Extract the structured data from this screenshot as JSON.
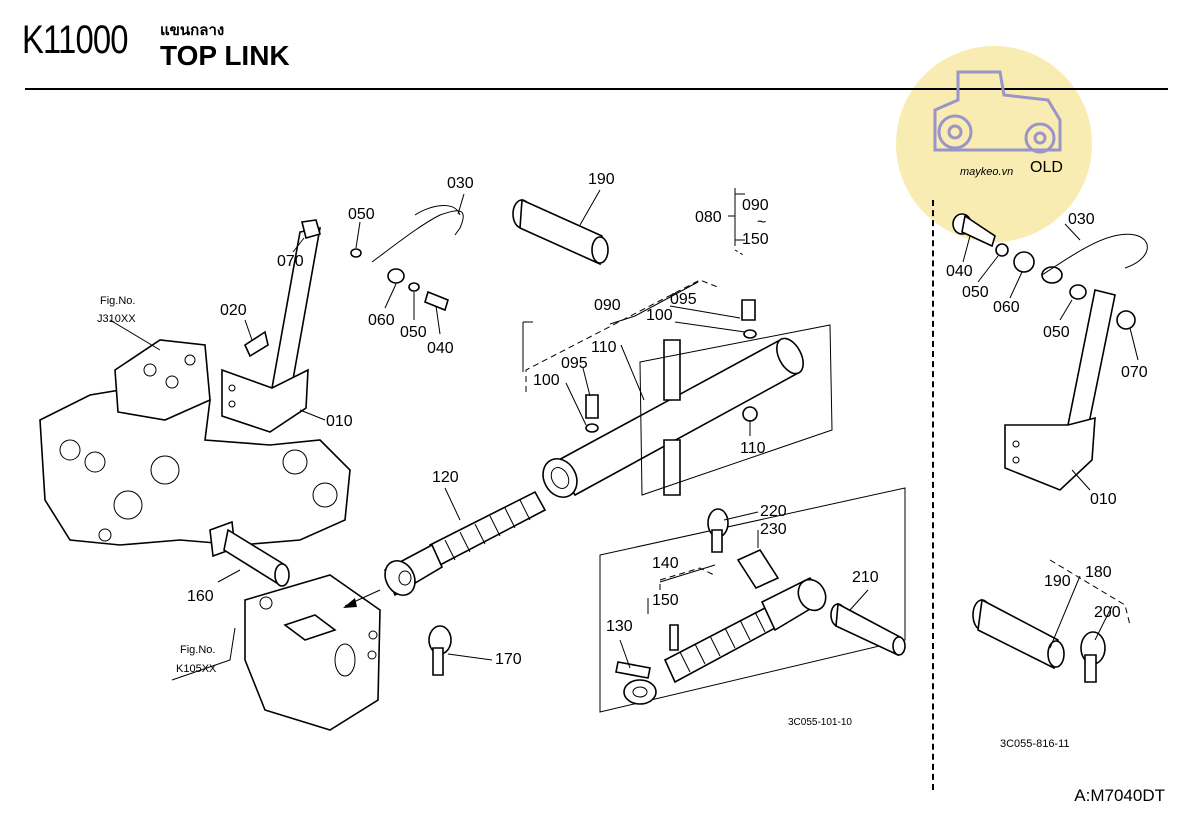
{
  "header": {
    "code": "K11000",
    "thai_title": "แขนกลาง",
    "title": "TOP LINK"
  },
  "watermark": {
    "text_brand": "maykeo.vn",
    "text_old": "OLD",
    "color": "#f7e9a6"
  },
  "left_diagram": {
    "code": "3C055-101-10",
    "fig_refs": [
      {
        "line1": "Fig.No.",
        "line2": "J310XX"
      },
      {
        "line1": "Fig.No.",
        "line2": "K105XX"
      }
    ],
    "callouts": [
      "030",
      "190",
      "080",
      "090",
      "150",
      "050",
      "070",
      "020",
      "060",
      "050",
      "040",
      "090",
      "095",
      "100",
      "110",
      "095",
      "100",
      "110",
      "010",
      "120",
      "220",
      "230",
      "140",
      "150",
      "210",
      "160",
      "130",
      "170"
    ]
  },
  "right_diagram": {
    "code": "3C055-816-11",
    "callouts": [
      "030",
      "040",
      "050",
      "060",
      "050",
      "070",
      "010",
      "180",
      "190",
      "200"
    ]
  },
  "footer": {
    "model": "A:M7040DT"
  }
}
